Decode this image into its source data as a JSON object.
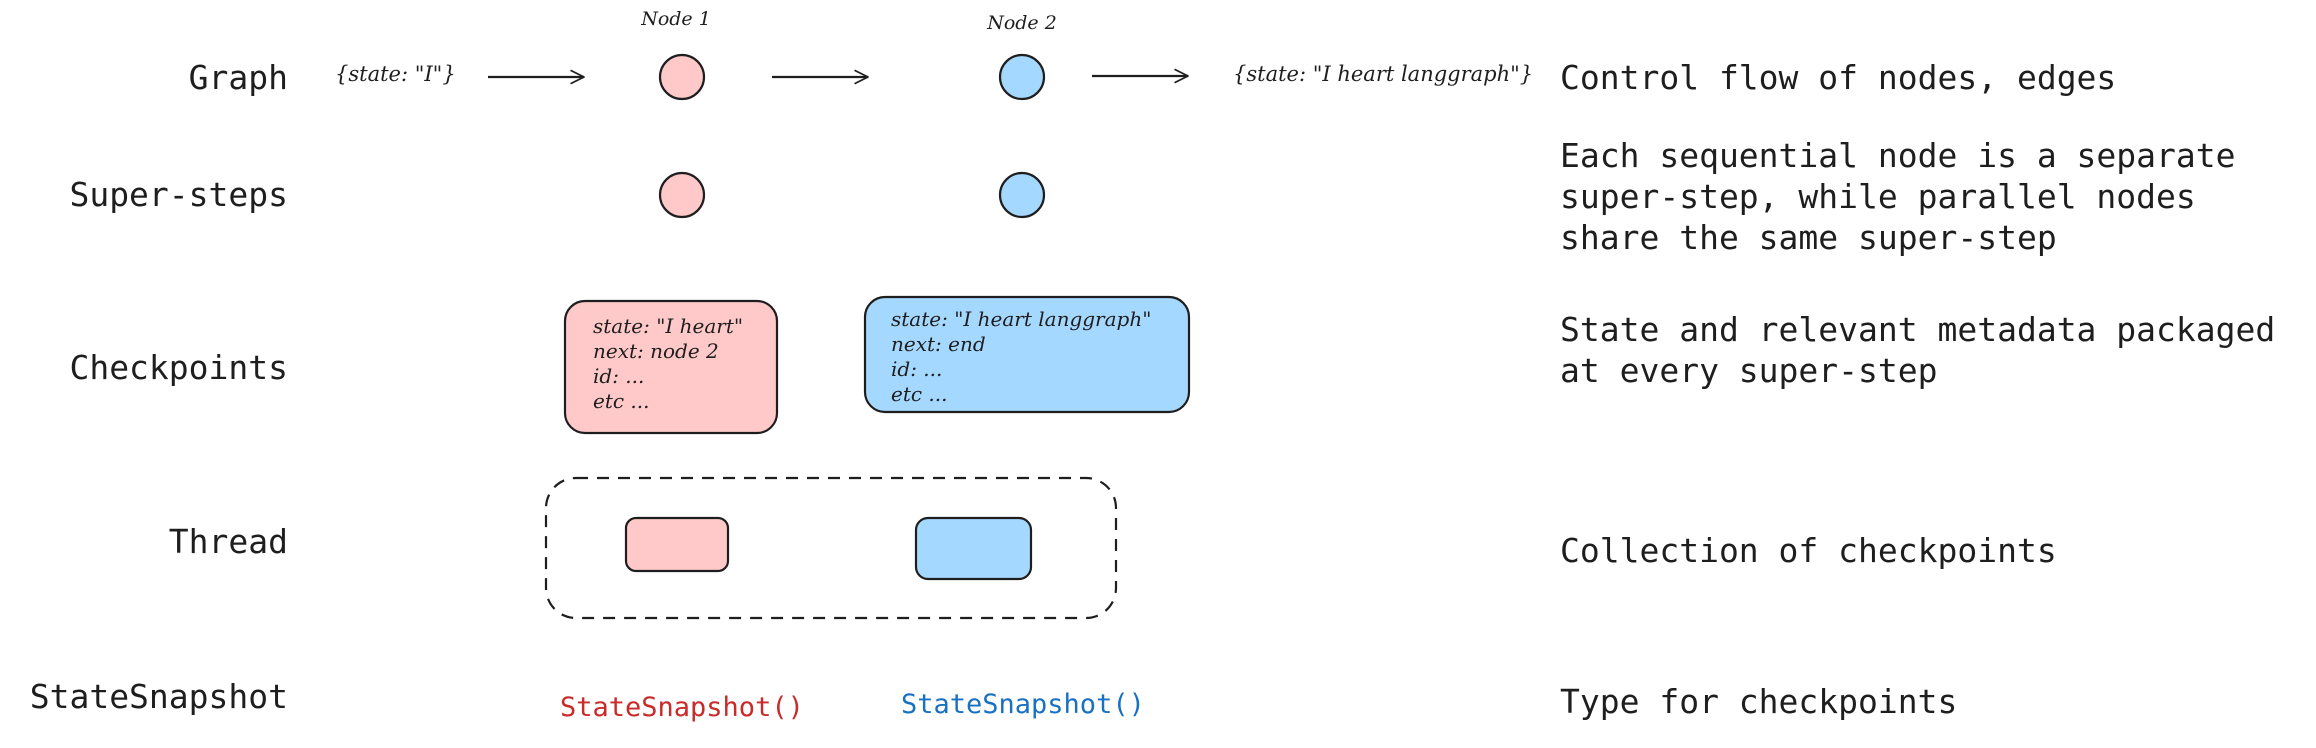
{
  "rows": {
    "graph": {
      "label": "Graph",
      "description": "Control flow of nodes, edges",
      "input_state": "{state: \"I\"}",
      "output_state": "{state: \"I heart langgraph\"}",
      "node1_label": "Node 1",
      "node2_label": "Node 2"
    },
    "supersteps": {
      "label": "Super-steps",
      "description_lines": [
        "Each sequential node is a separate",
        "super-step, while parallel nodes",
        "share the same super-step"
      ]
    },
    "checkpoints": {
      "label": "Checkpoints",
      "description_lines": [
        "State and relevant metadata packaged",
        "at every super-step"
      ],
      "checkpoint1_lines": [
        "state: \"I heart\"",
        "next: node 2",
        "id: ...",
        "etc ..."
      ],
      "checkpoint2_lines": [
        "state: \"I heart langgraph\"",
        "next: end",
        "id: ...",
        "etc ..."
      ]
    },
    "thread": {
      "label": "Thread",
      "description": "Collection of checkpoints"
    },
    "statesnapshot": {
      "label": "StateSnapshot",
      "description": "Type for checkpoints",
      "snapshot1": "StateSnapshot()",
      "snapshot2": "StateSnapshot()"
    }
  },
  "colors": {
    "node1_fill": "#ffc9c9",
    "node2_fill": "#a5d8ff",
    "stroke": "#1e1e1e",
    "snapshot1_text": "#c92a2a",
    "snapshot2_text": "#1971c2"
  },
  "icons": {
    "edge": "arrow-right-icon"
  }
}
